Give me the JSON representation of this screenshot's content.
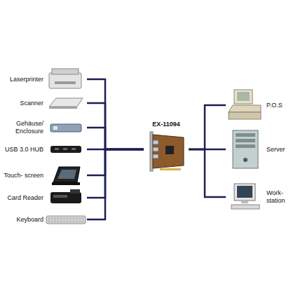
{
  "diagram": {
    "nodes": [
      {
        "text": [
          "Laserprinter"
        ]
      },
      {
        "text": [
          "Scanner"
        ]
      },
      {
        "text": [
          "Gehäuse/ Enclosure"
        ]
      },
      {
        "text": [
          "USB 3.0 HUB"
        ]
      },
      {
        "text": [
          "Touch- screen"
        ]
      },
      {
        "text": [
          "Card Reader"
        ]
      },
      {
        "text": [
          "Keyboard"
        ]
      },
      {
        "text": [
          "EX-11094"
        ]
      },
      {
        "text": [
          "P.O.S"
        ]
      },
      {
        "text": [
          "Server"
        ]
      },
      {
        "text": [
          "Work- station"
        ]
      }
    ],
    "edges": [
      {
        "from": 0,
        "to": 7,
        "arrow": "none"
      },
      {
        "from": 1,
        "to": 7,
        "arrow": "none"
      },
      {
        "from": 2,
        "to": 7,
        "arrow": "none"
      },
      {
        "from": 3,
        "to": 7,
        "arrow": "none"
      },
      {
        "from": 4,
        "to": 7,
        "arrow": "none"
      },
      {
        "from": 5,
        "to": 7,
        "arrow": "none"
      },
      {
        "from": 6,
        "to": 7,
        "arrow": "none"
      },
      {
        "from": 7,
        "to": 8,
        "arrow": "none"
      },
      {
        "from": 7,
        "to": 9,
        "arrow": "none"
      },
      {
        "from": 7,
        "to": 10,
        "arrow": "none"
      }
    ]
  }
}
